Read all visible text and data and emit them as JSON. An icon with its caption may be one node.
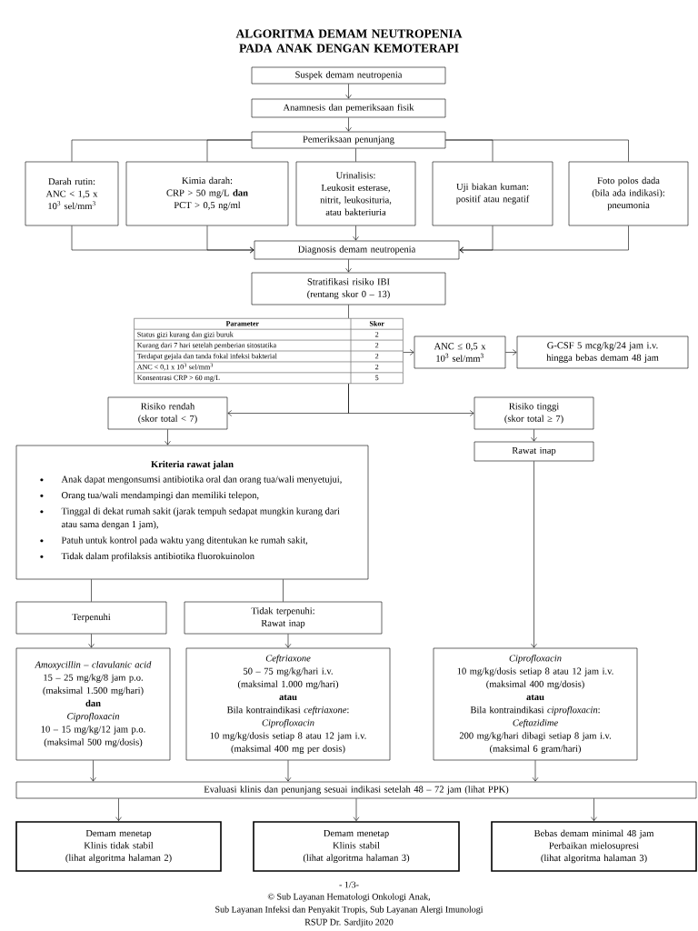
{
  "diagram": {
    "title": "ALGORITMA DEMAM NEUTROPENIA PADA ANAK DENGAN KEMOTERAPI",
    "nodes": [
      {
        "text": [
          "Suspek demam neutropenia"
        ]
      },
      {
        "text": [
          "Anamnesis dan pemeriksaan fisik"
        ]
      },
      {
        "text": [
          "Pemeriksaan penunjang"
        ]
      },
      {
        "text": [
          "Darah rutin:",
          "ANC < 1,5 x 10$^{3}$ sel/mm$^{3}$"
        ]
      },
      {
        "text": [
          "Kimia darah:",
          "CRP > 50 mg/L **dan** PCT > 0,5 ng/ml"
        ]
      },
      {
        "text": [
          "Urinalisis:",
          "Leukosit esterase, nitrit, leukosituria, atau bakteriuria"
        ]
      },
      {
        "text": [
          "Uji biakan kuman:",
          "positif atau negatif"
        ]
      },
      {
        "text": [
          "Foto polos dada",
          "(bila ada indikasi): pneumonia"
        ]
      },
      {
        "text": [
          "Diagnosis demam neutropenia"
        ]
      },
      {
        "text": [
          "Stratifikasi risiko IBI",
          "(rentang skor 0 – 13)"
        ]
      },
      {
        "text": [
          "Parameter",
          "Skor",
          "Status gizi kurang dan gizi buruk",
          "2",
          "Kurang dari 7 hari setelah pemberian sitostatika",
          "2",
          "Terdapat gejala dan tanda fokal infeksi bakterial",
          "2",
          "ANC < 0,1 x 10$^{3}$ sel/mm$^{3}$",
          "2",
          "Konsentrasi CRP > 60 mg/L",
          "5"
        ]
      },
      {
        "text": [
          "ANC ≤ 0,5 x 10$^{3}$ sel/mm$^{3}$"
        ]
      },
      {
        "text": [
          "G-CSF 5 mcg/kg/24 jam i.v. hingga bebas demam 48 jam"
        ]
      },
      {
        "text": [
          "Risiko rendah",
          "(skor total < 7)"
        ]
      },
      {
        "text": [
          "Risiko tinggi",
          "(skor total ≥ 7)"
        ]
      },
      {
        "text": [
          "Kriteria rawat jalan",
          "Anak dapat mengonsumsi antibiotika oral dan orang tua/wali menyetujui,",
          "Orang tua/wali mendampingi dan memiliki telepon,",
          "Tinggal di dekat rumah sakit (jarak tempuh sedapat mungkin kurang dari atau sama dengan 1 jam),",
          "Patuh untuk kontrol pada waktu yang ditentukan ke rumah sakit,",
          "Tidak dalam profilaksis antibiotika fluorokuinolon"
        ]
      },
      {
        "text": [
          "Rawat inap"
        ]
      },
      {
        "text": [
          "Terpenuhi"
        ]
      },
      {
        "text": [
          "Tidak terpenuhi:",
          "Rawat inap"
        ]
      },
      {
        "text": [
          "*Amoxycillin – clavulanic acid*",
          "15 – 25 mg/kg/8 jam p.o.",
          "(maksimal 1.500 mg/hari)",
          "**dan**",
          "*Ciprofloxacin*",
          "10 – 15 mg/kg/12 jam p.o.",
          "(maksimal 500 mg/dosis)"
        ]
      },
      {
        "text": [
          "*Ceftriaxone*",
          "50 – 75 mg/kg/hari i.v.",
          "(maksimal 1.000 mg/hari)",
          "**atau**",
          "Bila kontraindikasi *ceftriaxone*:",
          "*Ciprofloxacin*",
          "10 mg/kg/dosis setiap 8 atau 12 jam i.v.",
          "(maksimal 400 mg per dosis)"
        ]
      },
      {
        "text": [
          "*Ciprofloxacin*",
          "10 mg/kg/dosis setiap 8 atau 12 jam i.v.",
          "(maksimal 400 mg/dosis)",
          "**atau**",
          "Bila kontraindikasi *ciprofloxacin*:",
          "*Ceftazidime*",
          "200 mg/kg/hari dibagi setiap 8 jam i.v.",
          "(maksimal 6 gram/hari)"
        ]
      },
      {
        "text": [
          "Evaluasi klinis dan penunjang sesuai indikasi setelah 48 – 72 jam (lihat PPK)"
        ]
      },
      {
        "text": [
          "Demam menetap",
          "Klinis tidak stabil",
          "(lihat algoritma halaman 2)"
        ]
      },
      {
        "text": [
          "Demam menetap",
          "Klinis stabil",
          "(lihat algoritma halaman 3)"
        ]
      },
      {
        "text": [
          "Bebas demam minimal 48 jam",
          "Perbaikan mielosupresi",
          "(lihat algoritma halaman 3)"
        ]
      }
    ],
    "edges": [
      {
        "from": 0,
        "to": 1,
        "arrow": "to"
      },
      {
        "from": 1,
        "to": 2,
        "arrow": "to"
      },
      {
        "from": 2,
        "to": 3,
        "arrow": "none"
      },
      {
        "from": 2,
        "to": 4,
        "arrow": "none"
      },
      {
        "from": 2,
        "to": 5,
        "arrow": "none"
      },
      {
        "from": 2,
        "to": 6,
        "arrow": "none"
      },
      {
        "from": 2,
        "to": 7,
        "arrow": "none"
      },
      {
        "from": 3,
        "to": 8,
        "arrow": "to"
      },
      {
        "from": 4,
        "to": 8,
        "arrow": "to"
      },
      {
        "from": 5,
        "to": 8,
        "arrow": "to"
      },
      {
        "from": 6,
        "to": 8,
        "arrow": "to"
      },
      {
        "from": 7,
        "to": 8,
        "arrow": "to"
      },
      {
        "from": 8,
        "to": 9,
        "arrow": "to"
      },
      {
        "from": 9,
        "to": 10,
        "arrow": "none"
      },
      {
        "from": 10,
        "to": 11,
        "arrow": "to"
      },
      {
        "from": 11,
        "to": 12,
        "arrow": "to"
      },
      {
        "from": 10,
        "to": 13,
        "arrow": "to"
      },
      {
        "from": 10,
        "to": 14,
        "arrow": "to"
      },
      {
        "from": 13,
        "to": 15,
        "arrow": "to"
      },
      {
        "from": 14,
        "to": 16,
        "arrow": "to"
      },
      {
        "from": 15,
        "to": 17,
        "arrow": "none"
      },
      {
        "from": 15,
        "to": 18,
        "arrow": "none"
      },
      {
        "from": 17,
        "to": 19,
        "arrow": "to"
      },
      {
        "from": 18,
        "to": 20,
        "arrow": "to"
      },
      {
        "from": 16,
        "to": 21,
        "arrow": "to"
      },
      {
        "from": 19,
        "to": 22,
        "arrow": "to"
      },
      {
        "from": 20,
        "to": 22,
        "arrow": "to"
      },
      {
        "from": 21,
        "to": 22,
        "arrow": "to"
      },
      {
        "from": 22,
        "to": 23,
        "arrow": "to"
      },
      {
        "from": 22,
        "to": 24,
        "arrow": "to"
      },
      {
        "from": 22,
        "to": 25,
        "arrow": "to"
      }
    ],
    "labels": [
      "- 1/3-",
      "© Sub Layanan Hematologi Onkologi Anak,",
      "Sub Layanan Infeksi dan Penyakit Tropis, Sub Layanan Alergi Imunologi",
      "RSUP Dr. Sardjito 2020"
    ]
  }
}
